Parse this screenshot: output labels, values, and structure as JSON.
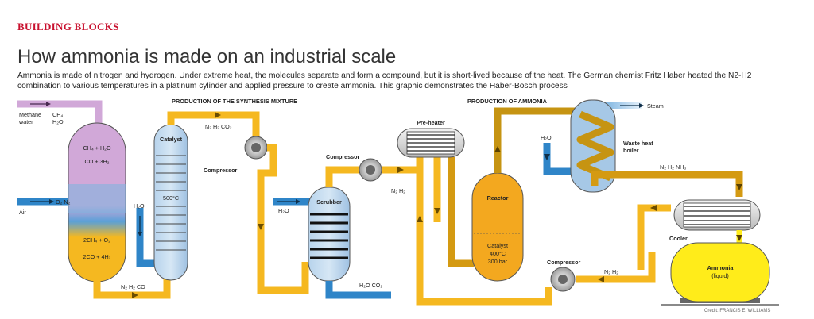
{
  "header": {
    "kicker": "BUILDING BLOCKS",
    "title": "How ammonia is made on an industrial scale",
    "description": "Ammonia is made of nitrogen and hydrogen. Under extreme heat, the molecules separate and form a compound, but it is short-lived because of the heat. The German chemist Fritz Haber heated the N2-H2 combination to various temperatures in a platinum cylinder and applied pressure to create ammonia. This graphic demonstrates the Haber-Bosch process"
  },
  "sections": {
    "synthesis": "PRODUCTION OF THE SYNTHESIS MIXTURE",
    "ammonia": "PRODUCTION OF AMMONIA"
  },
  "labels": {
    "methane_water": [
      "Methane",
      "water"
    ],
    "ch4_h2o": [
      "CH₄",
      "H₂O"
    ],
    "air": "Air",
    "o2_n2": "O₂ N₂",
    "reformer1": [
      "CH₄ + H₂O",
      "CO + 3H₂"
    ],
    "reformer2": [
      "2CH₄ + O₂",
      "2CO + 4H₂"
    ],
    "catalyst": "Catalyst",
    "temp_500": "500°C",
    "h2o_left": "H₂O",
    "n2h2co_bottom": "N₂ H₂ CO",
    "n2h2co2_top": "N₂ H₂ CO₂",
    "compressor_1": "Compressor",
    "h2o_scrubber": "H₂O",
    "scrubber": "Scrubber",
    "compressor_2": "Compressor",
    "h2o_co2": "H₂O CO₂",
    "n2h2_mid": "N₂ H₂",
    "preheater": "Pre-heater",
    "reactor": "Reactor",
    "reactor_info": [
      "Catalyst",
      "400°C",
      "300 bar"
    ],
    "steam": "Steam",
    "h2o_boiler": "H₂O",
    "waste_heat_boiler": [
      "Waste heat",
      "boiler"
    ],
    "n2h2nh3": "N₂ H₂ NH₃",
    "cooler": "Cooler",
    "ammonia_tank": [
      "Ammonia",
      "(liquid)"
    ],
    "compressor_3": "Compressor",
    "n2h2_bottom": "N₂ H₂",
    "credit": "Credit: FRANCIS E. WILLIAMS"
  },
  "colors": {
    "pipe_gold": "#f5b820",
    "pipe_gold_dark": "#d49a12",
    "pipe_brown": "#c69412",
    "water_blue": "#2f85c8",
    "light_blue": "#a6c8e6",
    "lilac": "#d1a8d8",
    "reactor_orange": "#f3a81f",
    "ammonia_yellow": "#ffec1a",
    "kicker_red": "#c8102e"
  }
}
